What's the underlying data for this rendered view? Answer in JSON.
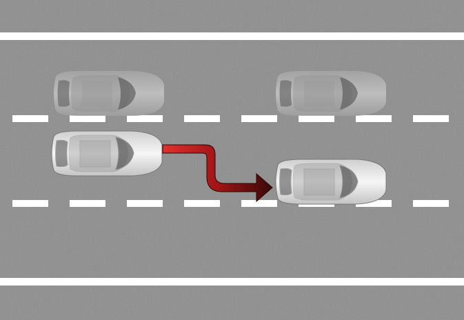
{
  "colors": {
    "road": "#8c8c8c",
    "lane_marking": "#ffffff",
    "arrow_dark": "#4a0a0a",
    "arrow_light": "#d42a2a",
    "car_body": "#e8e8e8",
    "car_faded": "#b4b4b4"
  },
  "scene": {
    "lane_change_direction": "right",
    "vehicles": [
      {
        "role": "parked-ahead-left",
        "state": "faded"
      },
      {
        "role": "parked-ahead-right",
        "state": "faded"
      },
      {
        "role": "ego-start",
        "state": "highlighted"
      },
      {
        "role": "ego-end",
        "state": "highlighted"
      }
    ]
  }
}
